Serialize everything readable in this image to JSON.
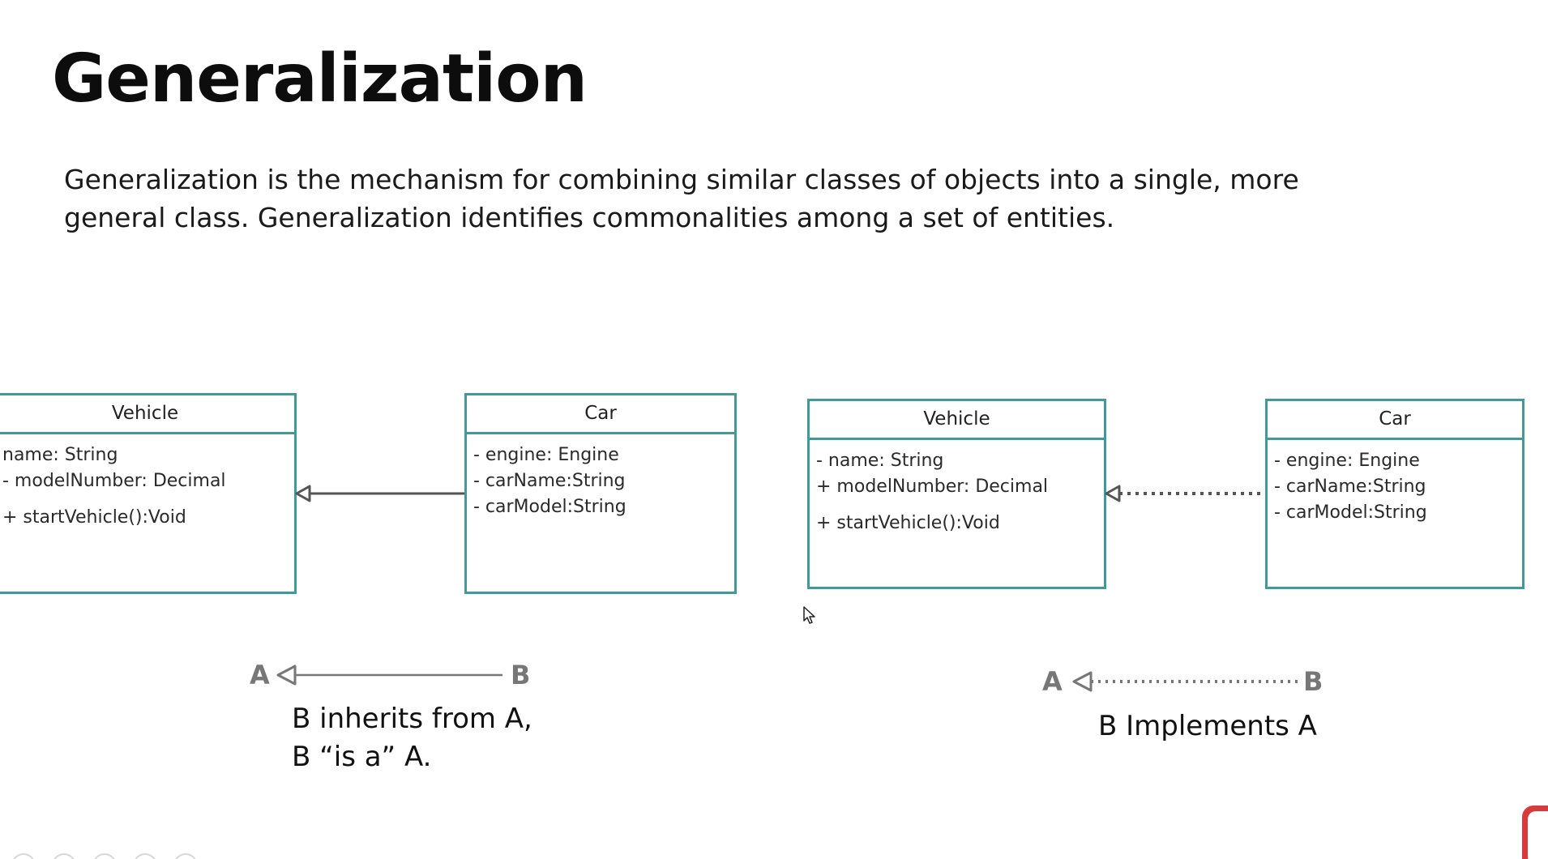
{
  "slide": {
    "title": "Generalization",
    "body_lines": [
      "Generalization is the mechanism for combining similar classes of objects into a single, more",
      "general class. Generalization identifies commonalities among a set of entities."
    ]
  },
  "diagrams": {
    "inheritance": {
      "parent": {
        "name": "Vehicle",
        "members": [
          " name: String",
          "- modelNumber: Decimal",
          "+ startVehicle():Void"
        ]
      },
      "child": {
        "name": "Car",
        "members": [
          "-  engine: Engine",
          "- carName:String",
          "- carModel:String"
        ]
      },
      "connector_style": "solid"
    },
    "implementation": {
      "interface": {
        "name": "Vehicle",
        "members": [
          "-  name: String",
          "+ modelNumber: Decimal",
          "+ startVehicle():Void"
        ]
      },
      "implementor": {
        "name": "Car",
        "members": [
          "-  engine: Engine",
          "- carName:String",
          "- carModel:String"
        ]
      },
      "connector_style": "dotted"
    }
  },
  "legend": {
    "inheritance": {
      "from_letter": "A",
      "to_letter": "B",
      "caption_lines": [
        "B inherits from A,",
        "B “is a” A."
      ]
    },
    "implementation": {
      "from_letter": "A",
      "to_letter": "B",
      "caption_lines": [
        "B Implements A"
      ]
    }
  },
  "colors": {
    "class_border": "#3f9a9a",
    "connector": "#555555",
    "legend_letter": "#777777",
    "badge": "#d83b3b"
  }
}
